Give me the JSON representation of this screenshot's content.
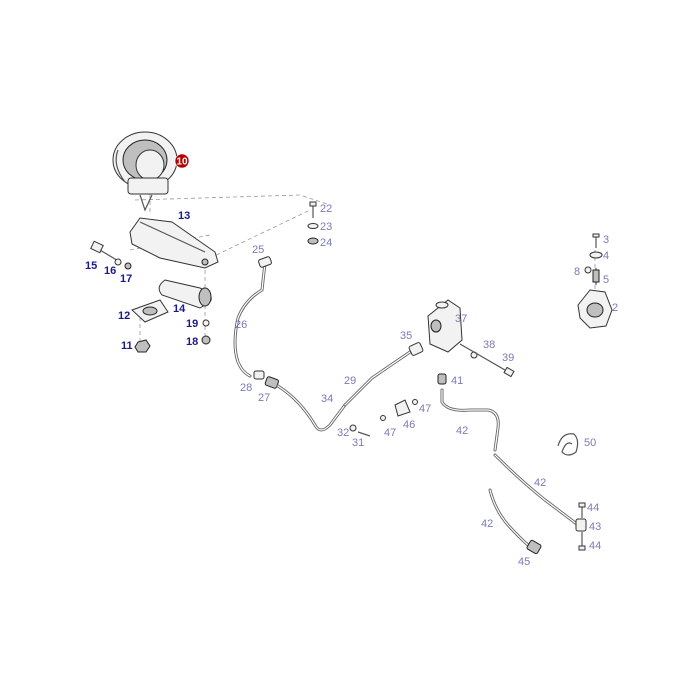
{
  "highlighted_part": "10",
  "colors": {
    "dark_label": "#1a1a8c",
    "light_label": "#7a7ab8",
    "highlight": "#b30000"
  },
  "labels": {
    "l10": "10",
    "l13": "13",
    "l15": "15",
    "l16": "16",
    "l17": "17",
    "l14": "14",
    "l12": "12",
    "l19": "19",
    "l11": "11",
    "l18": "18",
    "l22": "22",
    "l23": "23",
    "l24": "24",
    "l25": "25",
    "l26": "26",
    "l28": "28",
    "l27": "27",
    "l29": "29",
    "l34": "34",
    "l32": "32",
    "l31": "31",
    "l35": "35",
    "l37": "37",
    "l38": "38",
    "l39": "39",
    "l41": "41",
    "l47a": "47",
    "l47b": "47",
    "l46": "46",
    "l42a": "42",
    "l42b": "42",
    "l42c": "42",
    "l50": "50",
    "l44a": "44",
    "l43": "43",
    "l44b": "44",
    "l45": "45",
    "l3": "3",
    "l4": "4",
    "l8": "8",
    "l5": "5",
    "l2": "2"
  }
}
